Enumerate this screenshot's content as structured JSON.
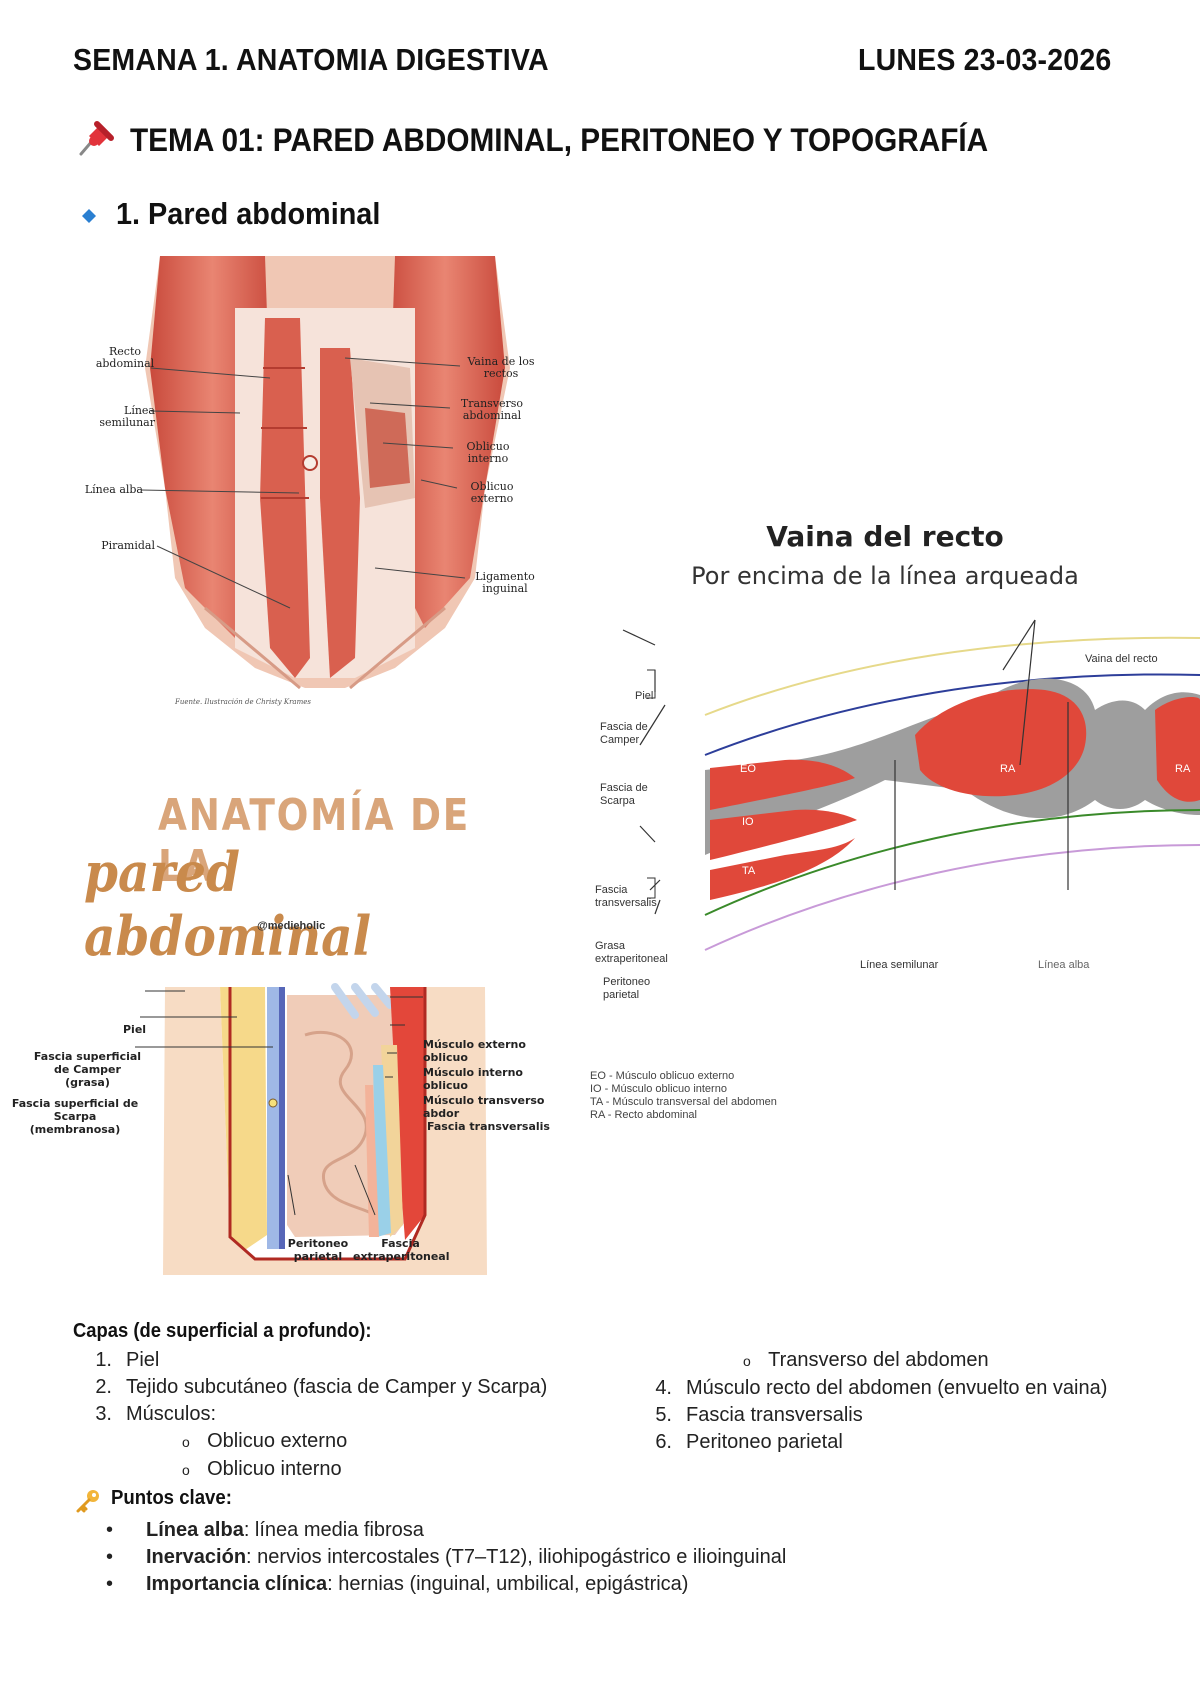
{
  "header": {
    "left": "SEMANA 1. ANATOMIA DIGESTIVA",
    "right": "LUNES 23-03-2026"
  },
  "topic": {
    "icon": "pushpin-icon",
    "title": "TEMA 01: PARED ABDOMINAL, PERITONEO Y TOPOGRAFÍA"
  },
  "section": {
    "icon": "blue-diamond-bullet-icon",
    "title": "1. Pared abdominal"
  },
  "figure1": {
    "labels_left": [
      "Recto abdominal",
      "Línea semilunar",
      "Línea alba",
      "Piramidal"
    ],
    "labels_right": [
      "Vaina de los rectos",
      "Transverso abdominal",
      "Oblicuo interno",
      "Oblicuo externo",
      "Ligamento inguinal"
    ],
    "source": "Fuente. Ilustración de Christy Krames"
  },
  "figure2": {
    "title_line1": "ANATOMÍA DE LA",
    "title_line2": "pared abdominal",
    "handle": "@medieholic",
    "labels_left": [
      "Piel",
      "Fascia superficial de Camper (grasa)",
      "Fascia superficial de Scarpa (membranosa)"
    ],
    "labels_right": [
      "Músculo externo oblicuo",
      "Músculo interno oblicuo",
      "Músculo transverso abdor",
      "Fascia transversalis"
    ],
    "labels_bottom": [
      "Peritoneo parietal",
      "Fascia extraperitoneal"
    ]
  },
  "figure3": {
    "title": "Vaina del recto",
    "subtitle": "Por encima de la línea arqueada",
    "labels_left": [
      "Piel",
      "Fascia de Camper",
      "Fascia de Scarpa",
      "Fascia transversalis",
      "Grasa extraperitoneal",
      "Peritoneo parietal"
    ],
    "muscles": [
      "EO",
      "IO",
      "TA",
      "RA",
      "RA"
    ],
    "top_label": "Vaina del recto",
    "bottom_labels": [
      "Línea semilunar",
      "Línea alba"
    ],
    "legend": [
      "EO - Músculo oblicuo externo",
      "IO - Músculo oblicuo interno",
      "TA - Músculo transversal del abdomen",
      "RA - Recto abdominal"
    ],
    "colors": {
      "muscle": "#e0483a",
      "sheath": "#9e9e9e",
      "skin": "#e8d98a",
      "camper": "#2d3e9a",
      "transversalis": "#3a8a2a",
      "peritoneum": "#c89ad8"
    }
  },
  "layers": {
    "heading": "Capas (de superficial a profundo):",
    "items": [
      {
        "num": "1.",
        "text": "Piel"
      },
      {
        "num": "2.",
        "text": "Tejido subcutáneo (fascia de Camper y Scarpa)"
      },
      {
        "num": "3.",
        "text": "Músculos:"
      }
    ],
    "sub_items": [
      "Oblicuo externo",
      "Oblicuo interno",
      "Transverso del abdomen"
    ],
    "items_right": [
      {
        "num": "4.",
        "text": "Músculo recto del abdomen (envuelto en vaina)"
      },
      {
        "num": "5.",
        "text": "Fascia transversalis"
      },
      {
        "num": "6.",
        "text": "Peritoneo parietal"
      }
    ]
  },
  "key_points": {
    "icon": "key-icon",
    "heading": "Puntos clave:",
    "items": [
      {
        "term": "Línea alba",
        "desc": ": línea media fibrosa"
      },
      {
        "term": "Inervación",
        "desc": ": nervios intercostales (T7–T12), iliohipogástrico e ilioinguinal"
      },
      {
        "term": "Importancia clínica",
        "desc": ": hernias (inguinal, umbilical, epigástrica)"
      }
    ]
  }
}
